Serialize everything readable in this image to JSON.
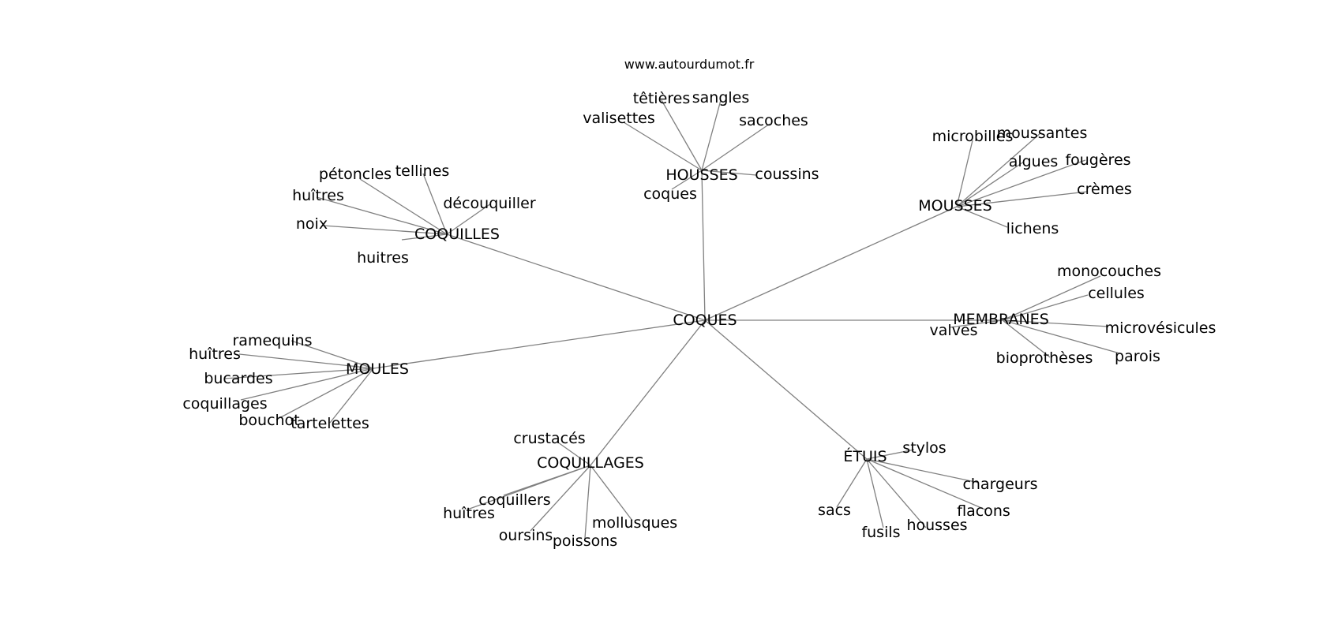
{
  "source_label": "www.autourdumot.fr",
  "center": {
    "label": "COQUES"
  },
  "clusters": [
    {
      "id": "housses",
      "label": "HOUSSES",
      "leaves": [
        "têtières",
        "sangles",
        "valisettes",
        "sacoches",
        "coussins",
        "coques"
      ]
    },
    {
      "id": "mousses",
      "label": "MOUSSES",
      "leaves": [
        "microbilles",
        "moussantes",
        "algues",
        "fougères",
        "crèmes",
        "lichens"
      ]
    },
    {
      "id": "coquilles",
      "label": "COQUILLES",
      "leaves": [
        "pétoncles",
        "tellines",
        "huîtres",
        "découquiller",
        "noix",
        "huitres"
      ]
    },
    {
      "id": "membranes",
      "label": "MEMBRANES",
      "leaves": [
        "monocouches",
        "cellules",
        "microvésicules",
        "valves",
        "bioprothèses",
        "parois"
      ]
    },
    {
      "id": "moules",
      "label": "MOULES",
      "leaves": [
        "ramequins",
        "huîtres",
        "bucardes",
        "coquillages",
        "bouchot",
        "tartelettes"
      ]
    },
    {
      "id": "coquillages",
      "label": "COQUILLAGES",
      "leaves": [
        "crustacés",
        "coquillers",
        "huîtres",
        "oursins",
        "poissons",
        "mollusques"
      ]
    },
    {
      "id": "etuis",
      "label": "ÉTUIS",
      "leaves": [
        "stylos",
        "chargeurs",
        "sacs",
        "flacons",
        "fusils",
        "housses"
      ]
    }
  ]
}
